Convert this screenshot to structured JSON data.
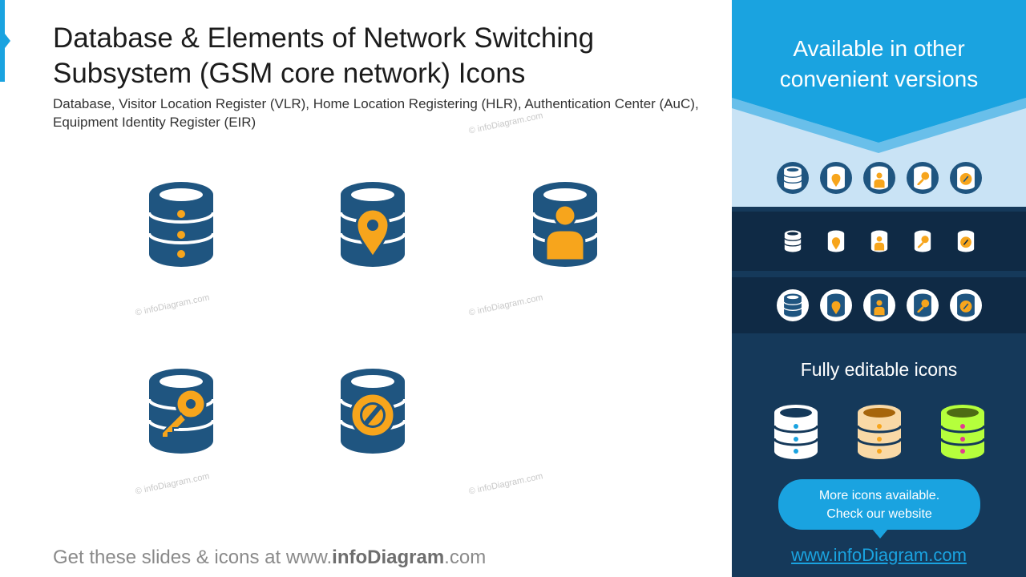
{
  "header": {
    "title": "Database & Elements of Network Switching Subsystem (GSM core network) Icons",
    "subtitle": "Database, Visitor Location Register (VLR), Home Location Registering (HLR), Authentication Center (AuC), Equipment Identity Register (EIR)"
  },
  "watermark": "© infoDiagram.com",
  "footer": {
    "prefix": "Get these slides & icons at www.",
    "brand": "infoDiagram",
    "suffix": ".com"
  },
  "sidebar": {
    "title_line1": "Available in other",
    "title_line2": "convenient versions",
    "editable_title": "Fully editable icons",
    "bubble_line1": "More icons available.",
    "bubble_line2": "Check our website",
    "link": "www.infoDiagram.com"
  },
  "colors": {
    "navy": "#1f5580",
    "orange": "#f7a51c",
    "sky": "#1aa3e0",
    "light_blue": "#c9e3f5",
    "dark_panel": "#15395a",
    "beige": "#f9d9a6",
    "lime": "#b5ff3c"
  }
}
